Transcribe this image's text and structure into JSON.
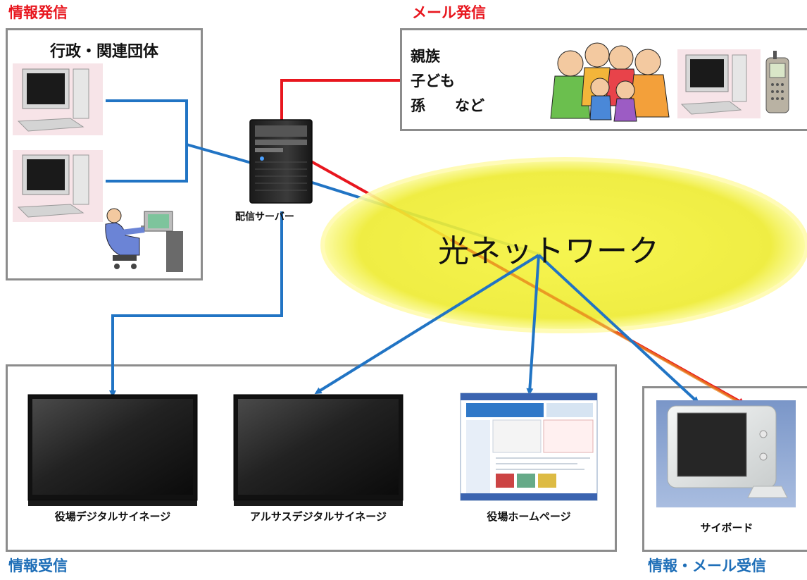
{
  "headings": {
    "sending": "情報発信",
    "mail_sending": "メール発信",
    "receiving": "情報受信",
    "info_mail_receiving": "情報・メール受信"
  },
  "government": {
    "title": "行政・関連団体"
  },
  "family": {
    "lines": [
      "親族",
      "子ども",
      "孫　　など"
    ]
  },
  "server": {
    "label": "配信サーバー"
  },
  "network": {
    "label": "光ネットワーク"
  },
  "devices": {
    "office_signage": "役場デジタルサイネージ",
    "arusas_signage": "アルサスデジタルサイネージ",
    "homepage": "役場ホームページ",
    "saiboard": "サイボード"
  },
  "colors": {
    "send_heading": "#e8161e",
    "receive_heading": "#1f6fb8",
    "line_blue": "#2174c4",
    "line_red": "#e8161e",
    "network_fill": "#f2f03a",
    "network_glow": "#fffaa0",
    "box_border": "#8c8c8c"
  }
}
